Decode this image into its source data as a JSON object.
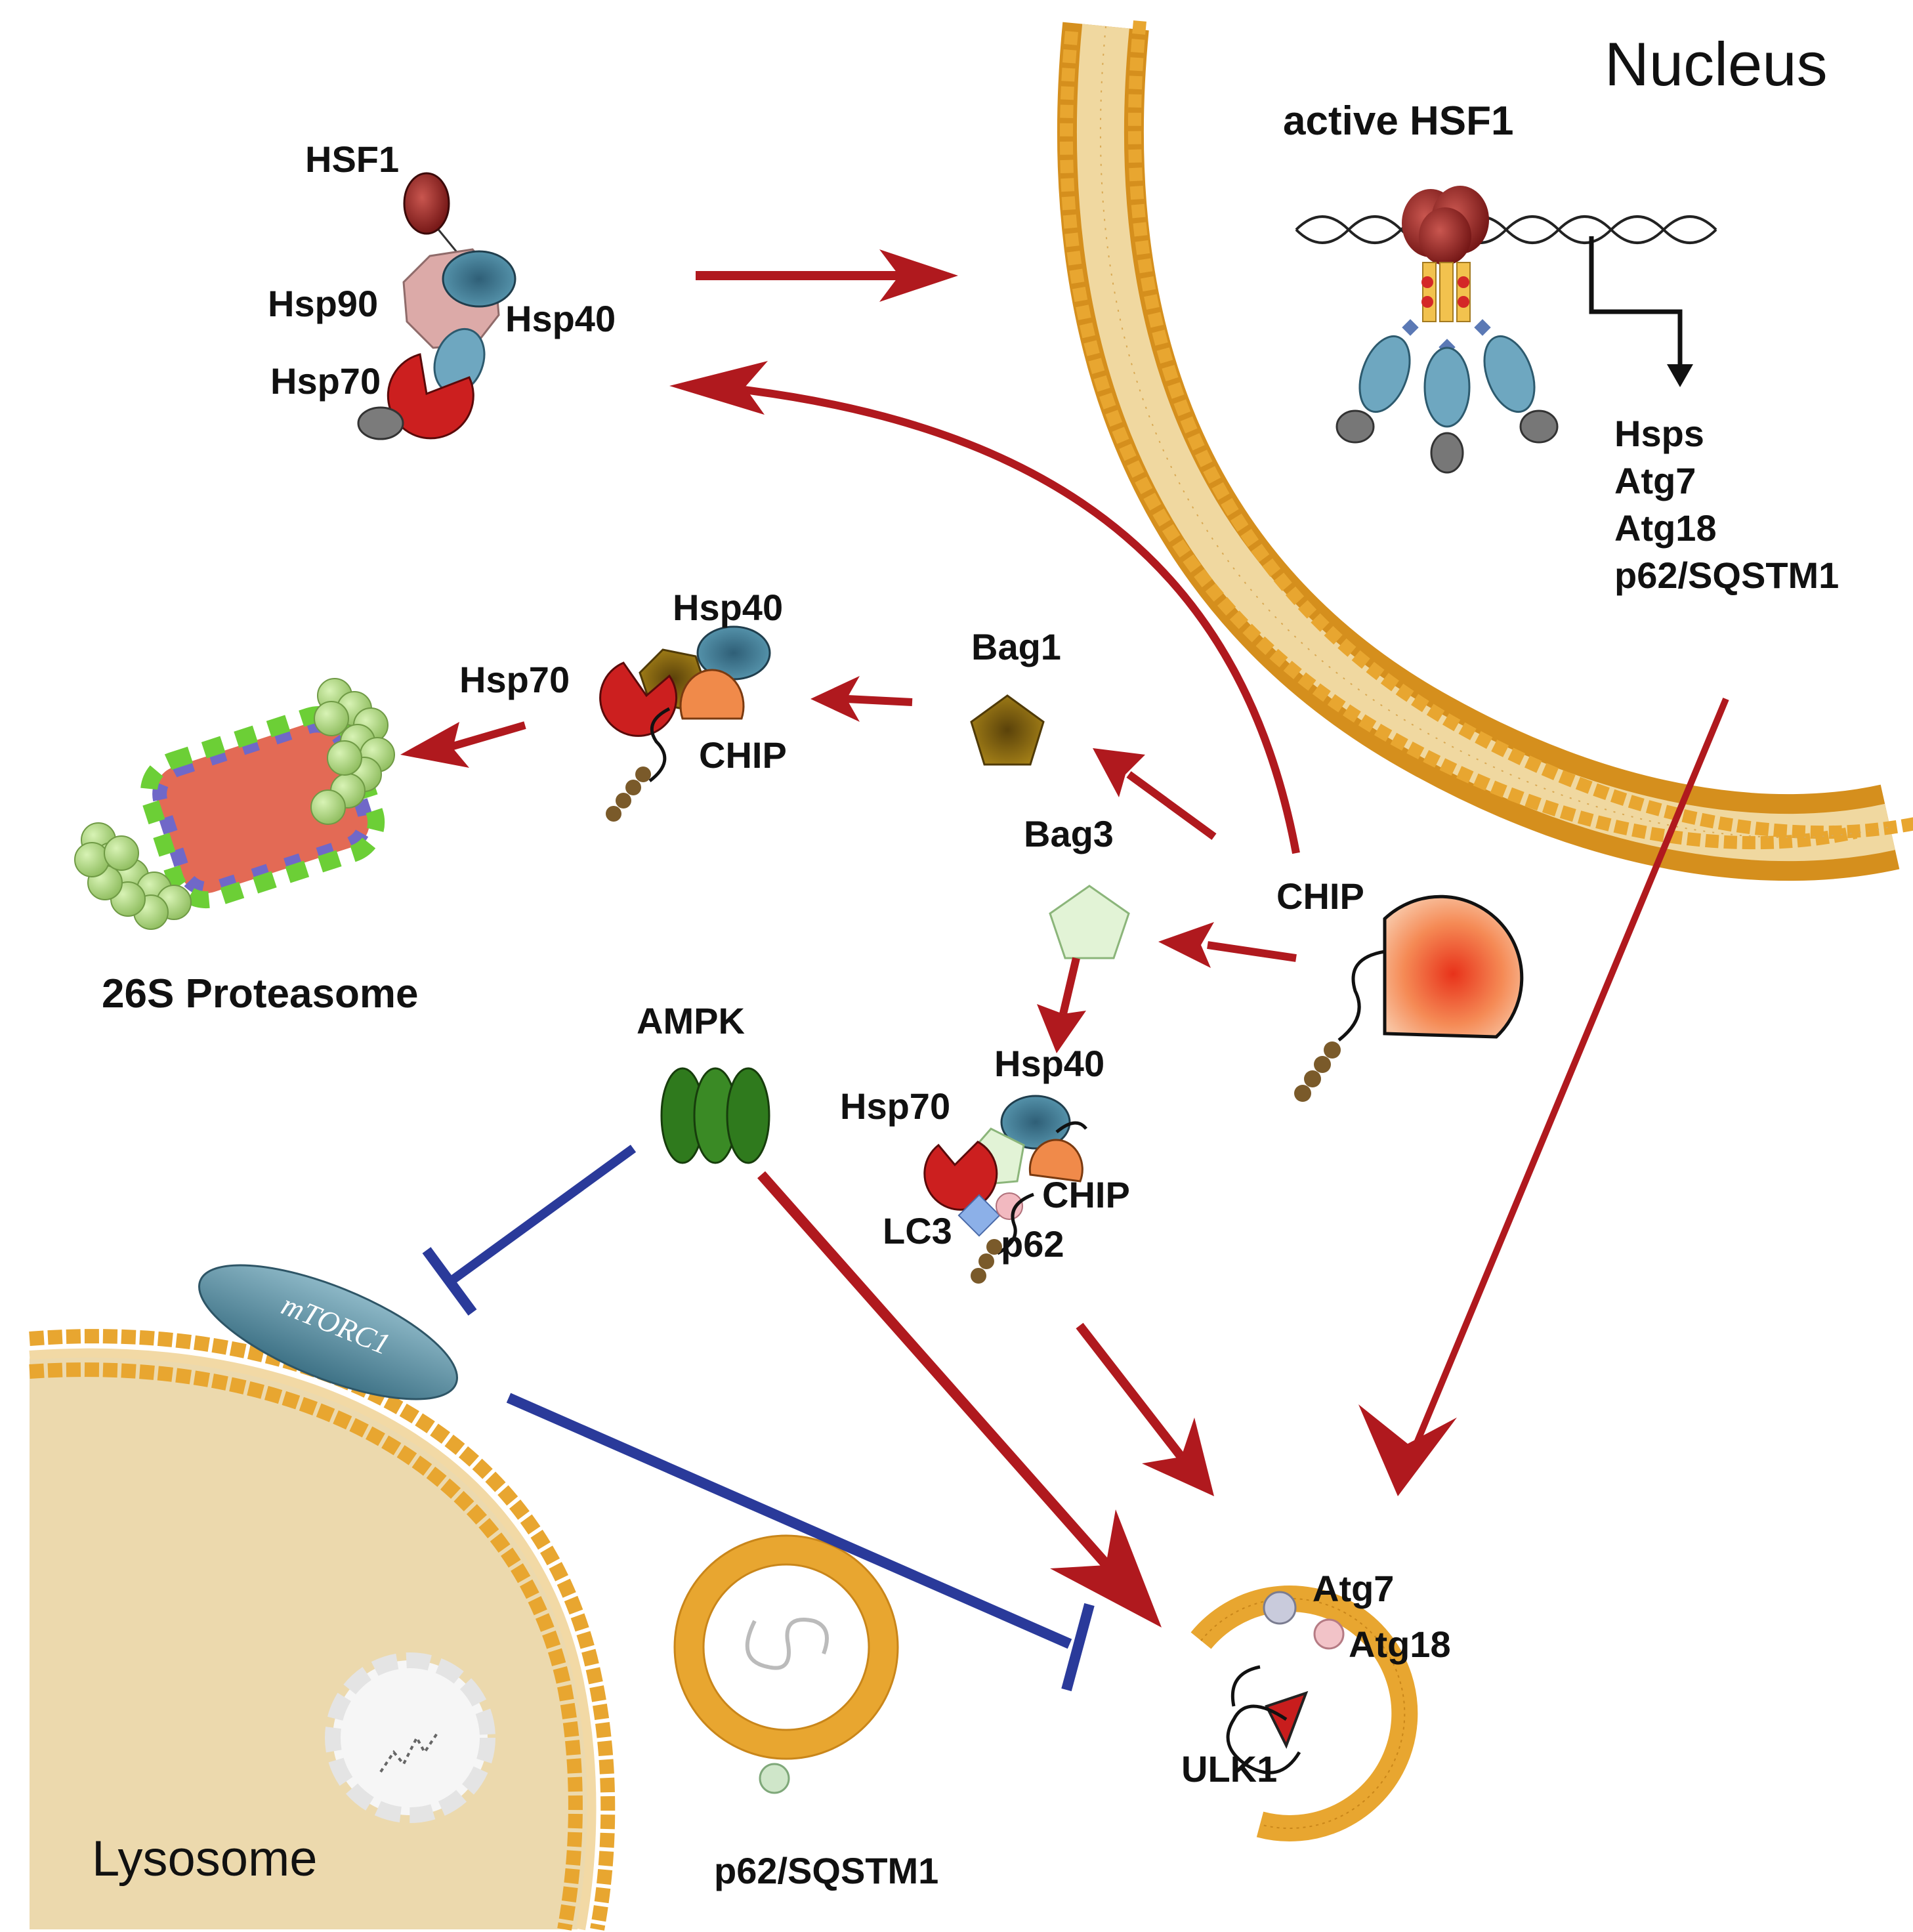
{
  "compartments": {
    "nucleus": "Nucleus",
    "lysosome": "Lysosome"
  },
  "labels": {
    "active_hsf1": "active HSF1",
    "hsf1": "HSF1",
    "hsp90": "Hsp90",
    "hsp40_top": "Hsp40",
    "hsp70_top": "Hsp70",
    "hsp40_mid": "Hsp40",
    "hsp70_mid": "Hsp70",
    "chip_mid": "CHIP",
    "proteasome": "26S Proteasome",
    "bag1": "Bag1",
    "bag3": "Bag3",
    "chip_right": "CHIP",
    "ampk": "AMPK",
    "mtorc1": "mTORC1",
    "hsp40_low": "Hsp40",
    "hsp70_low": "Hsp70",
    "chip_low": "CHIP",
    "lc3": "LC3",
    "p62_low": "p62",
    "atg7_ulk": "Atg7",
    "atg18_ulk": "Atg18",
    "ulk1": "ULK1",
    "p62_sqstm1_bottom": "p62/SQSTM1"
  },
  "target_genes": [
    "Hsps",
    "Atg7",
    "Atg18",
    "p62/SQSTM1"
  ],
  "colors": {
    "activation_arrow": "#b0191e",
    "inhibition_bar": "#2a3a9a",
    "membrane": "#e8a630",
    "lysosome_fill": "#ecd9ad",
    "hsp70": "#cc1f1f",
    "hsp40": "#3f7c95",
    "hsp90": "#dcaaa8",
    "hsf1": "#8a1a1a",
    "chip": "#f07a3a",
    "bag1": "#8f6d10",
    "bag3": "#e2f3d6",
    "ampk": "#2f7a1d",
    "mtorc1": "#5f93a7"
  }
}
